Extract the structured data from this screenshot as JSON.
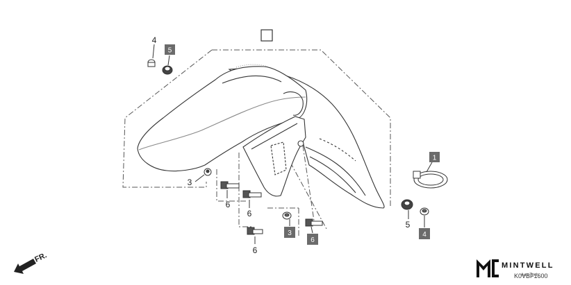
{
  "diagram": {
    "top_box_label": "",
    "callouts": [
      {
        "id": "c4-top",
        "text": "4",
        "boxed": false
      },
      {
        "id": "c5-top",
        "text": "5",
        "boxed": true
      },
      {
        "id": "c3-left",
        "text": "3",
        "boxed": false
      },
      {
        "id": "c6-a",
        "text": "6",
        "boxed": false
      },
      {
        "id": "c6-b",
        "text": "6",
        "boxed": false
      },
      {
        "id": "c6-c",
        "text": "6",
        "boxed": false
      },
      {
        "id": "c3-box",
        "text": "3",
        "boxed": true
      },
      {
        "id": "c6-box",
        "text": "6",
        "boxed": true
      },
      {
        "id": "c1-box",
        "text": "1",
        "boxed": true
      },
      {
        "id": "c5-right",
        "text": "5",
        "boxed": false
      },
      {
        "id": "c4-box",
        "text": "4",
        "boxed": true
      }
    ],
    "direction_label": "FR.",
    "part_code": "K0VBF1600",
    "watermark_small": "AutoTech"
  },
  "brand": {
    "name": "MINTWELL"
  }
}
